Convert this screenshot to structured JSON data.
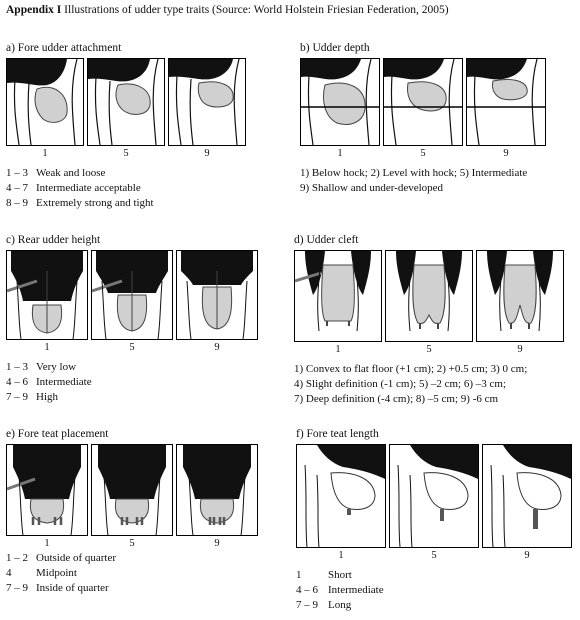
{
  "title": {
    "bold": "Appendix I",
    "rest": " Illustrations of udder type traits (Source: World Holstein Friesian Federation, 2005)"
  },
  "sections": {
    "a": {
      "title": "a) Fore udder attachment",
      "scores": [
        "1",
        "5",
        "9"
      ],
      "legend": [
        {
          "k": "1 – 3",
          "v": "Weak and loose"
        },
        {
          "k": "4 – 7",
          "v": "Intermediate acceptable"
        },
        {
          "k": "8 – 9",
          "v": "Extremely strong and tight"
        }
      ]
    },
    "b": {
      "title": "b) Udder depth",
      "scores": [
        "1",
        "5",
        "9"
      ],
      "lines": [
        "1) Below hock; 2) Level with hock; 5) Intermediate",
        "9) Shallow and under-developed"
      ]
    },
    "c": {
      "title": "c) Rear udder height",
      "scores": [
        "1",
        "5",
        "9"
      ],
      "legend": [
        {
          "k": "1 – 3",
          "v": "Very low"
        },
        {
          "k": "4 – 6",
          "v": "Intermediate"
        },
        {
          "k": "7 – 9",
          "v": "High"
        }
      ]
    },
    "d": {
      "title": "d) Udder cleft",
      "scores": [
        "1",
        "5",
        "9"
      ],
      "lines": [
        "1) Convex to flat floor (+1 cm); 2) +0.5 cm; 3) 0 cm;",
        "4) Slight definition (-1 cm); 5) –2 cm; 6) –3 cm;",
        "7) Deep definition (-4 cm); 8) –5 cm; 9) -6 cm"
      ]
    },
    "e": {
      "title": "e) Fore teat placement",
      "scores": [
        "1",
        "5",
        "9"
      ],
      "legend": [
        {
          "k": "1 – 2",
          "v": "Outside of quarter"
        },
        {
          "k": "4",
          "v": "Midpoint"
        },
        {
          "k": "7 – 9",
          "v": "Inside of quarter"
        }
      ]
    },
    "f": {
      "title": "f) Fore teat length",
      "scores": [
        "1",
        "5",
        "9"
      ],
      "legend": [
        {
          "k": "1",
          "v": "Short"
        },
        {
          "k": "4 – 6",
          "v": "Intermediate"
        },
        {
          "k": "7 – 9",
          "v": "Long"
        }
      ]
    }
  }
}
